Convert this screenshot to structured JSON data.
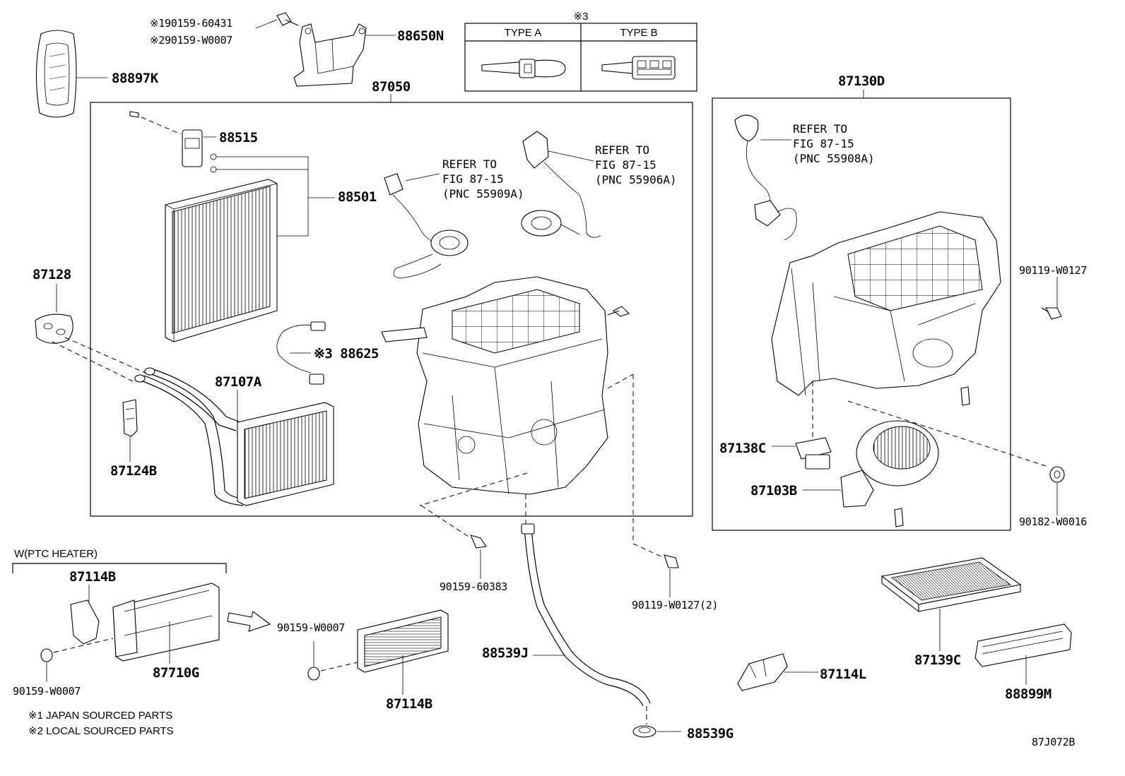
{
  "labels": {
    "p88897K": "88897K",
    "p88650N": "88650N",
    "note_screw_1": "※190159-60431",
    "note_screw_2": "※290159-W0007",
    "p87050": "87050",
    "p88515": "88515",
    "p88501": "88501",
    "p87128": "87128",
    "p88625": "※3 88625",
    "p87107A": "87107A",
    "p87124B": "87124B",
    "p87130D": "87130D",
    "p90119_W0127": "90119-W0127",
    "p87138C": "87138C",
    "p87103B": "87103B",
    "p90182_W0016": "90182-W0016",
    "p90159_60383": "90159-60383",
    "p90119_W0127_2": "90119-W0127(2)",
    "p87114B_top": "87114B",
    "p87710G": "87710G",
    "p90159_W0007_left": "90159-W0007",
    "p90159_W0007_mid": "90159-W0007",
    "p87114B_bottom": "87114B",
    "p88539J": "88539J",
    "p88539G": "88539G",
    "p87114L": "87114L",
    "p87139C": "87139C",
    "p88899M": "88899M",
    "fig_code": "87J072B"
  },
  "refs": {
    "ref_55909A": "REFER TO\nFIG 87-15\n(PNC 55909A)",
    "ref_55906A": "REFER TO\nFIG 87-15\n(PNC 55906A)",
    "ref_55908A": "REFER TO\nFIG 87-15\n(PNC 55908A)"
  },
  "type_table": {
    "header_mark": "※3",
    "col_a": "TYPE A",
    "col_b": "TYPE B"
  },
  "ptc_group": "W(PTC HEATER)",
  "footnotes": {
    "n1": "※1 JAPAN SOURCED PARTS",
    "n2": "※2 LOCAL SOURCED PARTS"
  }
}
